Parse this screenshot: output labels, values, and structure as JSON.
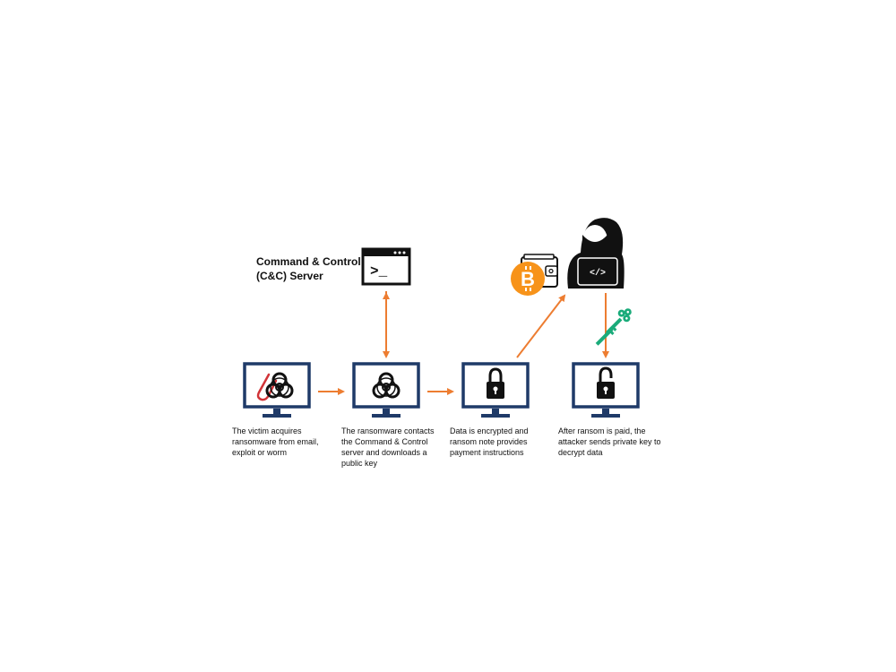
{
  "server": {
    "label_line1": "Command & Control",
    "label_line2": "(C&C) Server",
    "prompt": ">_"
  },
  "steps": [
    {
      "icon": "biohazard-with-paperclip-icon",
      "caption": "The victim acquires ransomware from email, exploit or worm"
    },
    {
      "icon": "biohazard-icon",
      "caption": "The ransomware contacts the Command & Control server and downloads a public key"
    },
    {
      "icon": "lock-icon",
      "caption": "Data is encrypted and ransom note provides payment instructions"
    },
    {
      "icon": "unlock-icon",
      "caption": "After ransom is paid, the attacker sends private key to decrypt data"
    }
  ],
  "attacker": {
    "laptop_text": "</>"
  },
  "payment": {
    "bitcoin_symbol": "B",
    "icon": "bitcoin-wallet-icon"
  },
  "key": {
    "icon": "key-icon"
  },
  "colors": {
    "monitor": "#1f3a68",
    "arrow": "#ed7d31",
    "bitcoin": "#f7931a",
    "key": "#1aab7a",
    "paperclip": "#d13438",
    "hacker": "#111111"
  }
}
